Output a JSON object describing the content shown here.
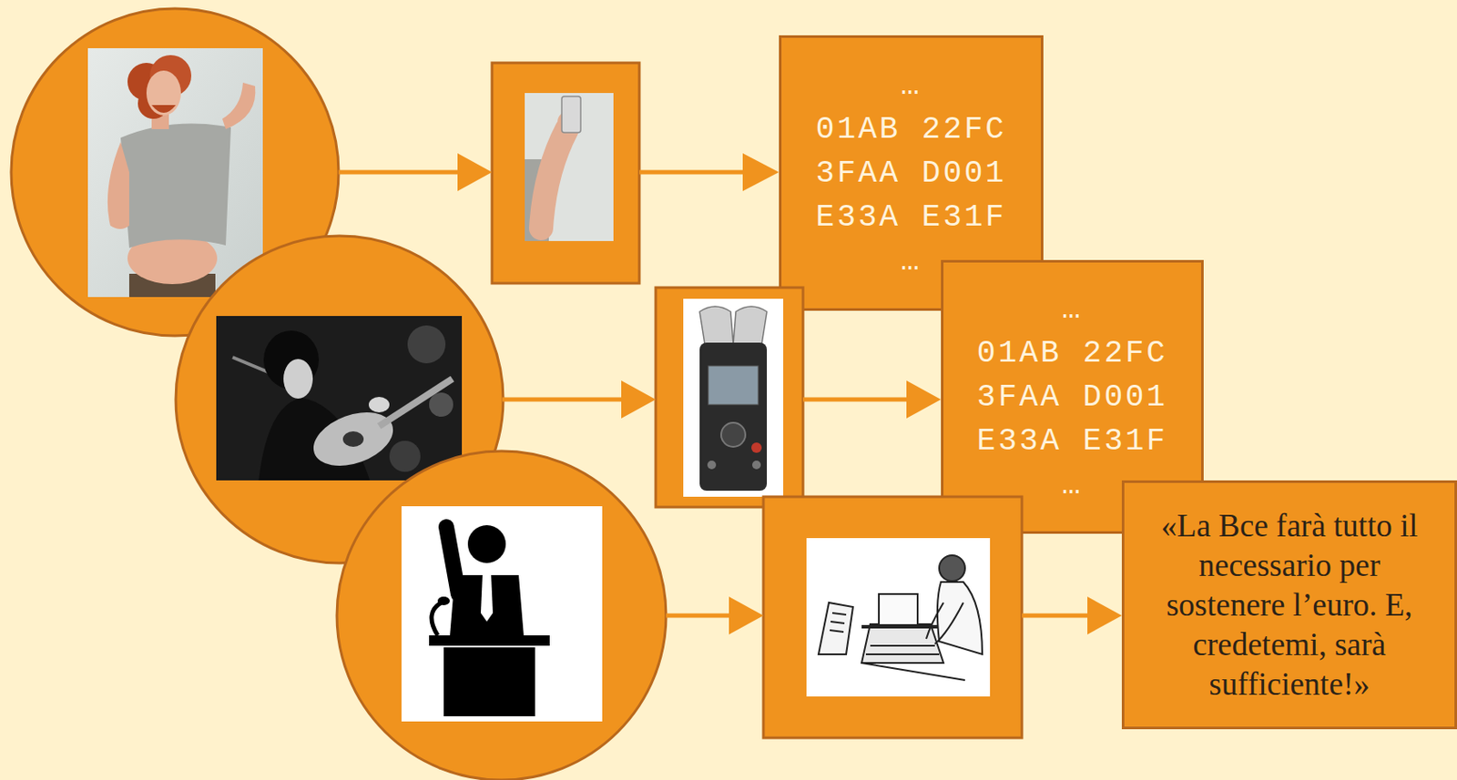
{
  "diagram": {
    "nodes": [
      {
        "text": [
          "…",
          "01AB 22FC 3FAA D001 E33A E31F",
          "…"
        ]
      },
      {
        "text": [
          "…",
          "01AB 22FC 3FAA D001 E33A E31F",
          "…"
        ]
      },
      {
        "text": [
          "«La Bce farà tutto il necessario per sostenere l’euro. E, credetemi, sarà sufficiente!»"
        ]
      }
    ]
  }
}
